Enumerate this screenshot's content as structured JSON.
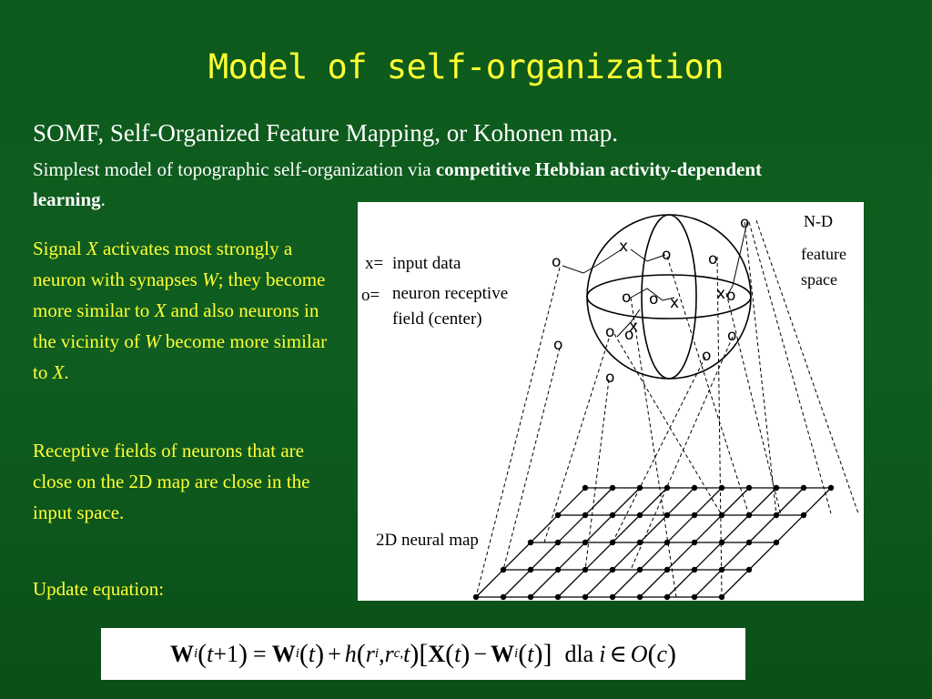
{
  "title": "Model of self-organization",
  "subtitle_line": "SOMF, Self-Organized Feature Mapping, or Kohonen map.",
  "subtitle_desc": {
    "before": "Simplest model of topographic self-organization via ",
    "bold": "competitive Hebbian activity-dependent learning",
    "after": "."
  },
  "para1": {
    "t1": "Signal ",
    "x1": "X",
    "t2": " activates most strongly a neuron with synapses ",
    "w1": "W",
    "t3": "; they become more similar to ",
    "x2": "X",
    "t4": " and also neurons in the vicinity of ",
    "w2": "W",
    "t5": " become more similar to ",
    "x3": "X",
    "t6": "."
  },
  "para2": "Receptive fields of neurons that are close on the 2D map are close in the input space.",
  "para3": "Update equation:",
  "figure": {
    "label_nd": "N-D",
    "label_feature": "feature",
    "label_space": "space",
    "legend_x_symbol": "x=",
    "legend_x_text": "input data",
    "legend_o_symbol": "o=",
    "legend_o_text1": "neuron receptive",
    "legend_o_text2": "field (center)",
    "map_label": "2D neural map",
    "x_marker": "x",
    "o_marker": "o"
  },
  "equation": {
    "W": "W",
    "i": "i",
    "t": "t",
    "plus1": "+1",
    "eq": "=",
    "plus": "+",
    "h": "h",
    "r": "r",
    "c": "c",
    "comma": ",",
    "X": "X",
    "minus": "−",
    "dla": "dla",
    "in": "∈",
    "O": "O"
  },
  "colors": {
    "background": "#0f5d20",
    "title": "#ffff33",
    "text": "#ffffff",
    "highlight_text": "#ffff33"
  }
}
